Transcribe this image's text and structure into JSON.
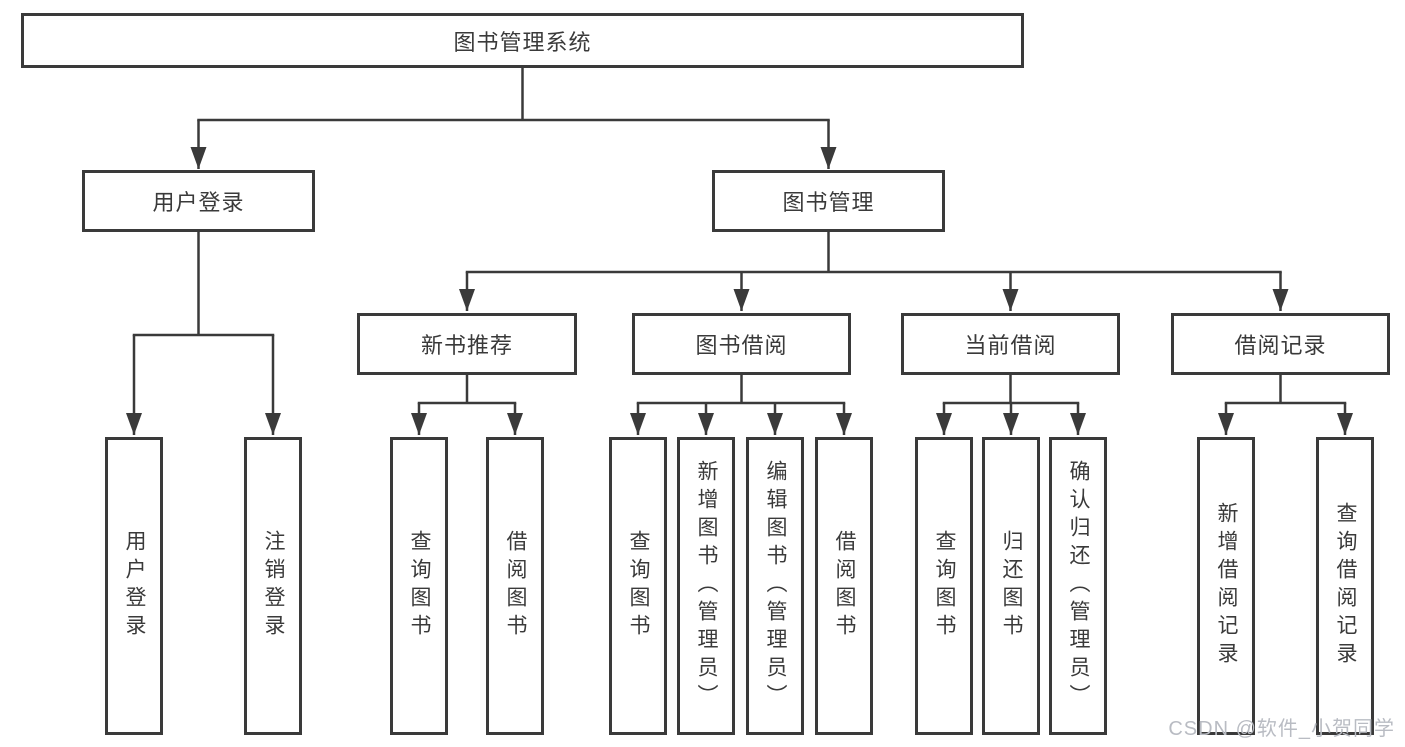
{
  "nodes": {
    "root": {
      "label": "图书管理系统"
    },
    "level2": [
      {
        "label": "用户登录"
      },
      {
        "label": "图书管理"
      }
    ],
    "level3": [
      {
        "label": "新书推荐"
      },
      {
        "label": "图书借阅"
      },
      {
        "label": "当前借阅"
      },
      {
        "label": "借阅记录"
      }
    ],
    "leaves": [
      {
        "label": "用户登录"
      },
      {
        "label": "注销登录"
      },
      {
        "label": "查询图书"
      },
      {
        "label": "借阅图书"
      },
      {
        "label": "查询图书"
      },
      {
        "label": "新增图书（管理员）"
      },
      {
        "label": "编辑图书（管理员）"
      },
      {
        "label": "借阅图书"
      },
      {
        "label": "查询图书"
      },
      {
        "label": "归还图书"
      },
      {
        "label": "确认归还（管理员）"
      },
      {
        "label": "新增借阅记录"
      },
      {
        "label": "查询借阅记录"
      }
    ]
  },
  "watermark": "CSDN @软件_小贺同学",
  "colors": {
    "line": "#3a3a3a",
    "text": "#3a3a3a",
    "watermark": "#b9bcc3",
    "background": "#ffffff"
  }
}
